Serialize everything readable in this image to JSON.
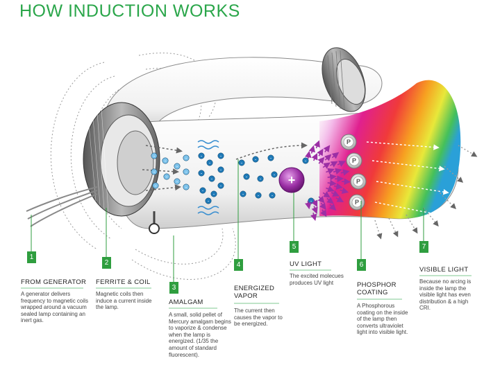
{
  "title": "HOW INDUCTION WORKS",
  "colors": {
    "accent": "#2f9e3f",
    "title": "#2aa64a",
    "uv": "#9b2fa5"
  },
  "phosphor_symbol": "P",
  "uv_symbol": "+",
  "electron_symbol": "-",
  "steps": [
    {
      "num": "1",
      "label": "FROM GENERATOR",
      "desc": "A generator delivers frequency to magnetic coils wrapped  around a vacuum sealed lamp containing an inert gas."
    },
    {
      "num": "2",
      "label": "FERRITE & COIL",
      "desc": "Magnetic coils then induce a current inside the lamp."
    },
    {
      "num": "3",
      "label": "AMALGAM",
      "desc": "A small, solid pellet of Mercury amalgam begins to vaporize & condense when the lamp is energized. (1/35 the amount of standard fluorescent)."
    },
    {
      "num": "4",
      "label": "ENERGIZED VAPOR",
      "desc": "The current then causes the vapor to be energized."
    },
    {
      "num": "5",
      "label": "UV LIGHT",
      "desc": "The excited molecues produces UV light"
    },
    {
      "num": "6",
      "label": "PHOSPHOR COATING",
      "desc": "A Phosphorous coating on the inside of the lamp then converts ultraviolet light into visible light."
    },
    {
      "num": "7",
      "label": "VISIBLE LIGHT",
      "desc": "Because no arcing is inside the lamp the visible light has even distribution & a high CRI."
    }
  ]
}
